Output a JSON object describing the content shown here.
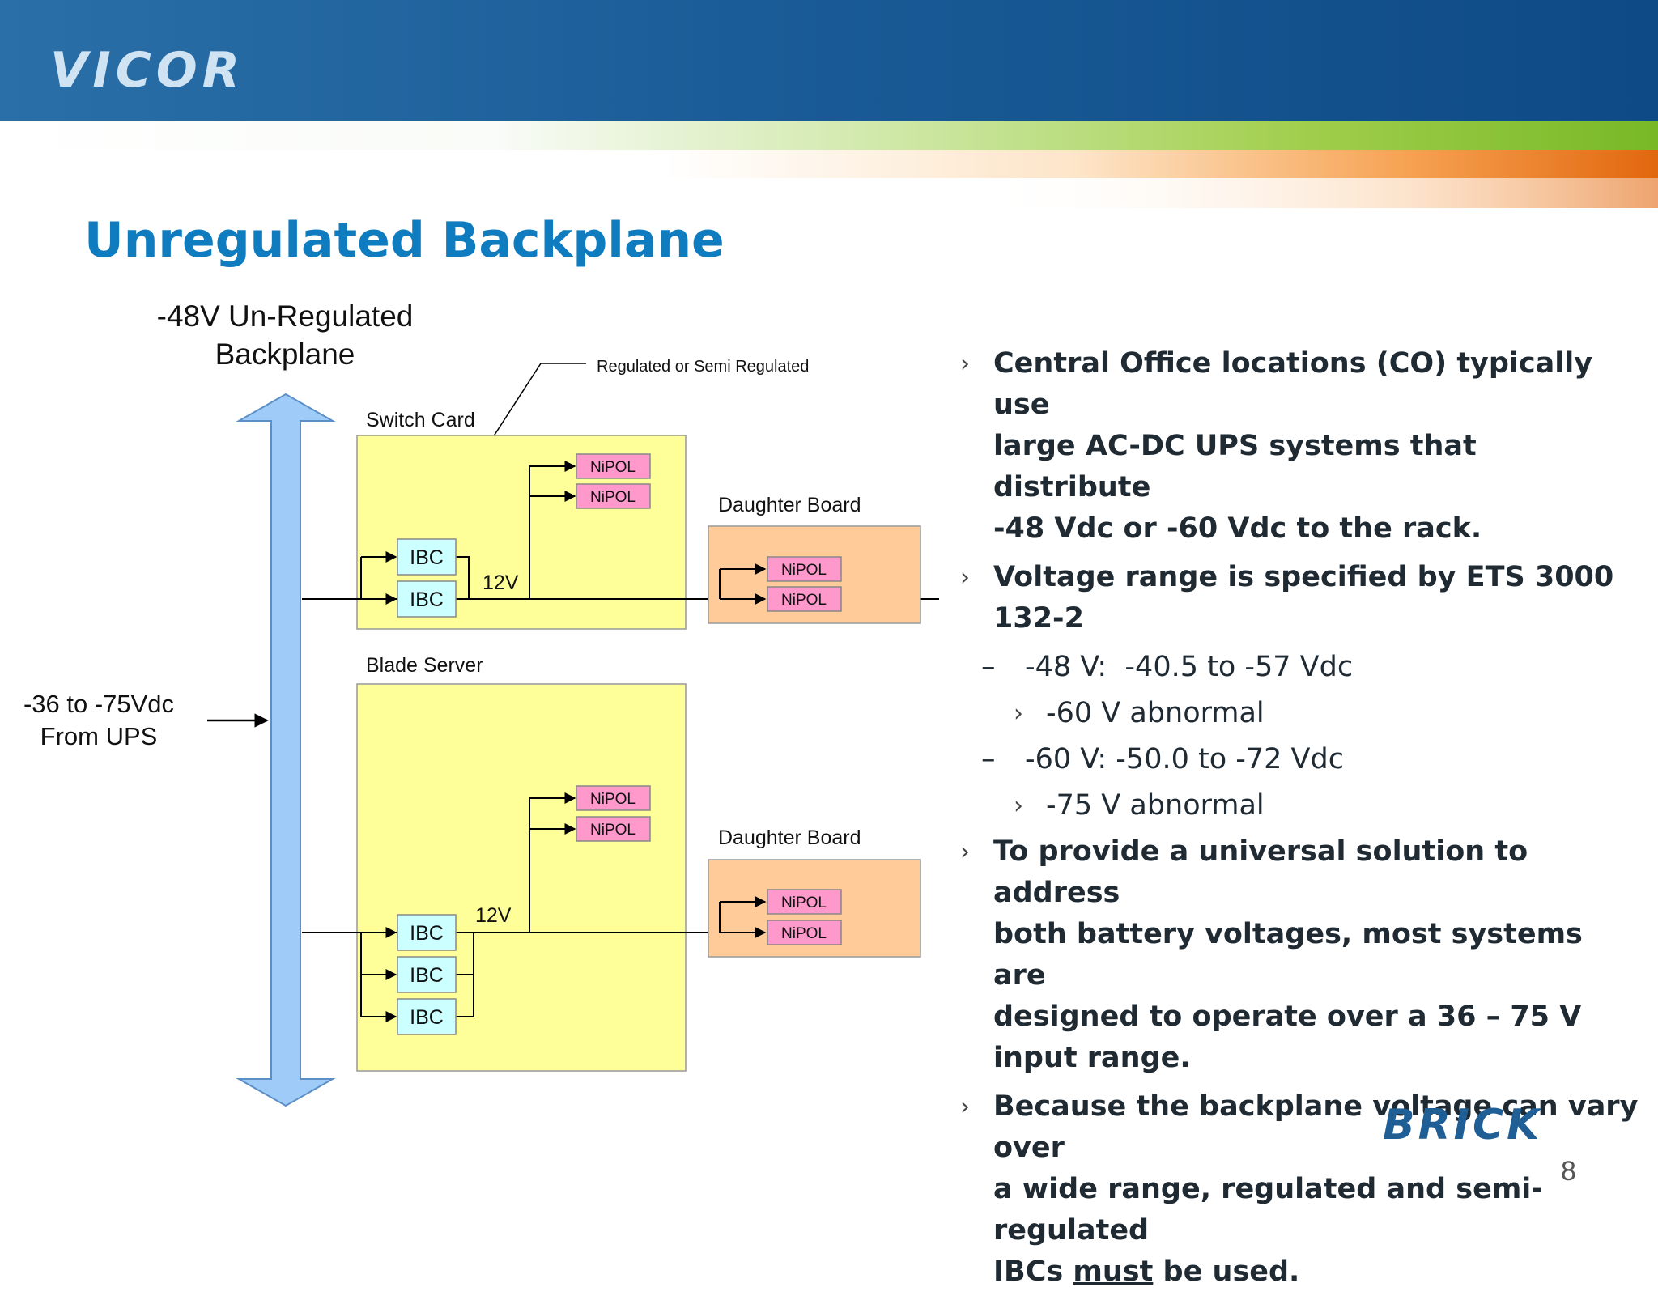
{
  "header": {
    "logo_text": "VICOR",
    "colors": {
      "header_blue": "#1a5c97",
      "title_blue": "#0f7cc0",
      "stripe_green": "#78b826",
      "stripe_orange": "#e2670e"
    }
  },
  "title": "Unregulated Backplane",
  "diagram": {
    "backplane_label_line1": "-48V Un-Regulated",
    "backplane_label_line2": "Backplane",
    "input_label_line1": "-36 to -75Vdc",
    "input_label_line2": "From UPS",
    "regulated_note": "Regulated or Semi Regulated",
    "switch_card": {
      "label": "Switch Card",
      "ibc": [
        "IBC",
        "IBC"
      ],
      "bus_label": "12V",
      "nipol": [
        "NiPOL",
        "NiPOL"
      ]
    },
    "daughter_board_1": {
      "label": "Daughter Board",
      "nipol": [
        "NiPOL",
        "NiPOL"
      ]
    },
    "blade_server": {
      "label": "Blade Server",
      "ibc": [
        "IBC",
        "IBC",
        "IBC"
      ],
      "bus_label": "12V",
      "nipol": [
        "NiPOL",
        "NiPOL"
      ]
    },
    "daughter_board_2": {
      "label": "Daughter Board",
      "nipol": [
        "NiPOL",
        "NiPOL"
      ]
    },
    "colors": {
      "backplane": "#9ecbf7",
      "card_fill": "#ffff99",
      "daughter_fill": "#ffcc99",
      "ibc_fill": "#ccffff",
      "nipol_fill": "#ff99cc"
    }
  },
  "bullets": [
    {
      "type": "main",
      "marker": "›",
      "lines": [
        "Central Office locations (CO) typically use",
        "large AC-DC UPS systems that distribute",
        "-48 Vdc or -60 Vdc to the rack."
      ]
    },
    {
      "type": "main",
      "marker": "›",
      "lines": [
        "Voltage range is specified by ETS 3000 132-2"
      ]
    },
    {
      "type": "sub",
      "marker": "–",
      "lines": [
        "-48 V:  -40.5 to -57 Vdc"
      ]
    },
    {
      "type": "subsub",
      "marker": "›",
      "lines": [
        "-60 V abnormal"
      ]
    },
    {
      "type": "sub",
      "marker": "–",
      "lines": [
        "-60 V: -50.0 to -72 Vdc"
      ]
    },
    {
      "type": "subsub",
      "marker": "›",
      "lines": [
        "-75 V abnormal"
      ]
    },
    {
      "type": "main",
      "marker": "›",
      "lines": [
        "To provide a universal solution to address",
        "both battery voltages, most systems are",
        "designed to operate over a 36 – 75 V",
        "input range."
      ]
    },
    {
      "type": "main",
      "marker": "›",
      "lines": [
        "Because the backplane voltage can vary over",
        "a wide range, regulated and semi-regulated"
      ],
      "last_line": {
        "before": "IBCs ",
        "underlined": "must",
        "after": " be used."
      }
    }
  ],
  "footer": {
    "brand": "BRICK",
    "page_number": "8"
  }
}
